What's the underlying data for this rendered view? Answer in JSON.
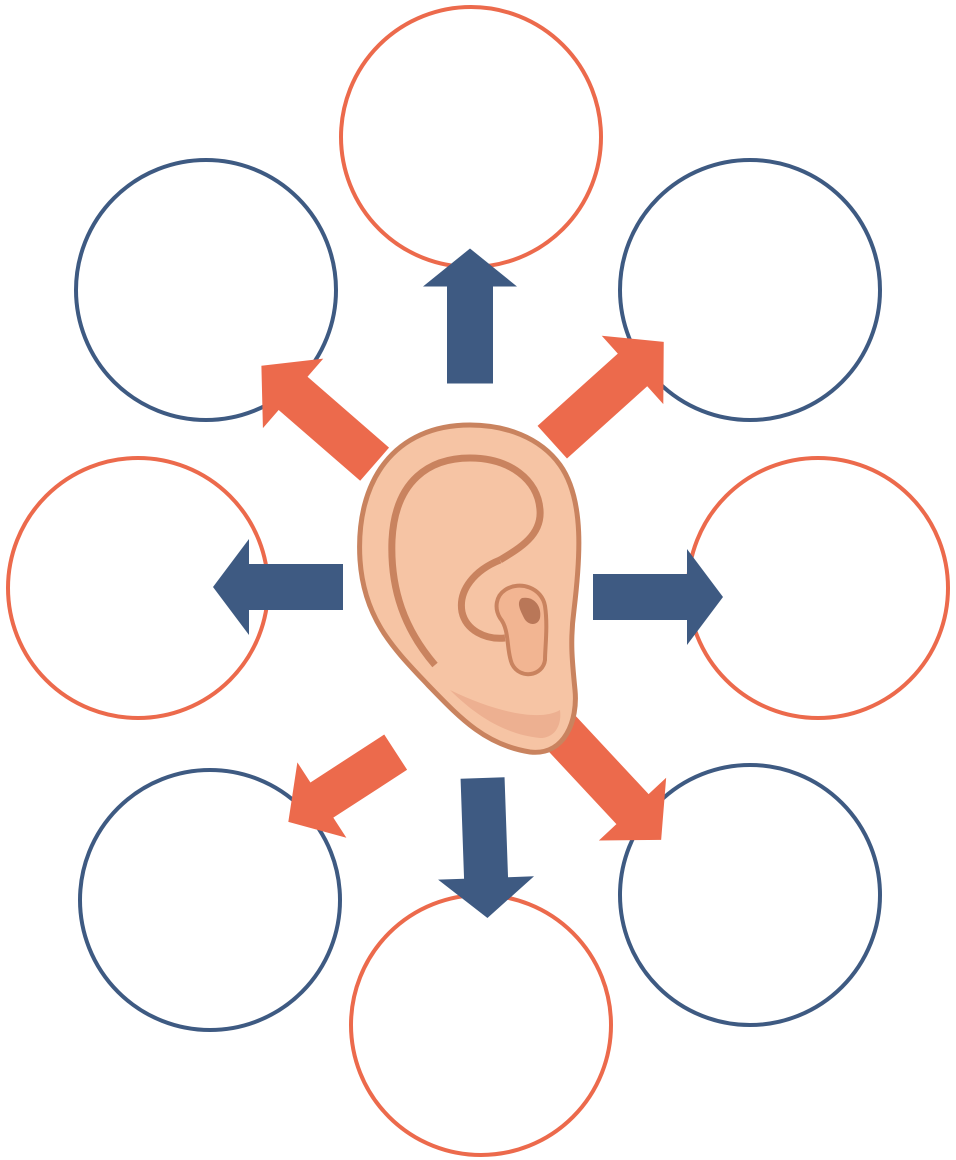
{
  "colors": {
    "orange": "#EC6A4C",
    "blue": "#3E5A82",
    "background": "#FFFFFF",
    "ear_skin": "#F6C4A4",
    "ear_outline": "#C9835F"
  },
  "center": {
    "icon": "ear-icon"
  },
  "circles": [
    {
      "id": "top",
      "color": "orange",
      "text": ""
    },
    {
      "id": "top-right",
      "color": "blue",
      "text": ""
    },
    {
      "id": "right",
      "color": "orange",
      "text": ""
    },
    {
      "id": "bottom-right",
      "color": "blue",
      "text": ""
    },
    {
      "id": "bottom",
      "color": "orange",
      "text": ""
    },
    {
      "id": "bottom-left",
      "color": "blue",
      "text": ""
    },
    {
      "id": "left",
      "color": "orange",
      "text": ""
    },
    {
      "id": "top-left",
      "color": "blue",
      "text": ""
    }
  ],
  "arrows": [
    {
      "id": "up",
      "color": "blue"
    },
    {
      "id": "up-right",
      "color": "orange"
    },
    {
      "id": "right",
      "color": "blue"
    },
    {
      "id": "down-right",
      "color": "orange"
    },
    {
      "id": "down",
      "color": "blue"
    },
    {
      "id": "down-left",
      "color": "orange"
    },
    {
      "id": "left",
      "color": "blue"
    },
    {
      "id": "up-left",
      "color": "orange"
    }
  ]
}
